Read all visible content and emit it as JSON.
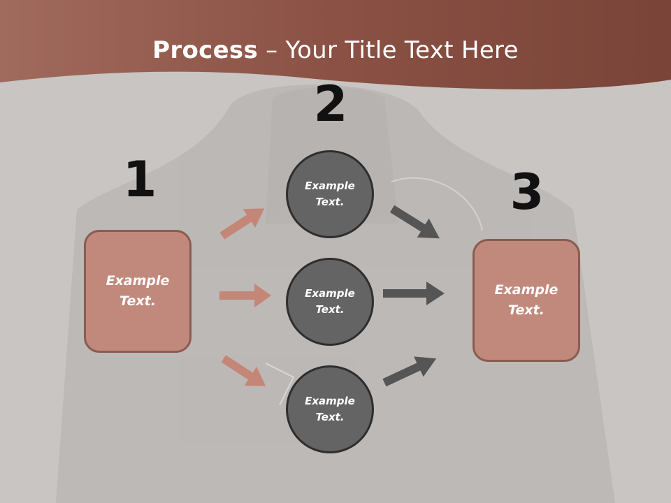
{
  "title": {
    "bold": "Process",
    "rest": " – Your Title Text Here"
  },
  "steps": {
    "one": "1",
    "two": "2",
    "three": "3"
  },
  "left_box": {
    "line1": "Example",
    "line2": "Text."
  },
  "right_box": {
    "line1": "Example",
    "line2": "Text."
  },
  "circles": [
    {
      "line1": "Example",
      "line2": "Text."
    },
    {
      "line1": "Example",
      "line2": "Text."
    },
    {
      "line1": "Example",
      "line2": "Text."
    }
  ],
  "colors": {
    "banner": "#8e5246",
    "box": "#c1897c",
    "circle": "#646464",
    "arrow_left": "#c48677",
    "arrow_right": "#555555"
  }
}
